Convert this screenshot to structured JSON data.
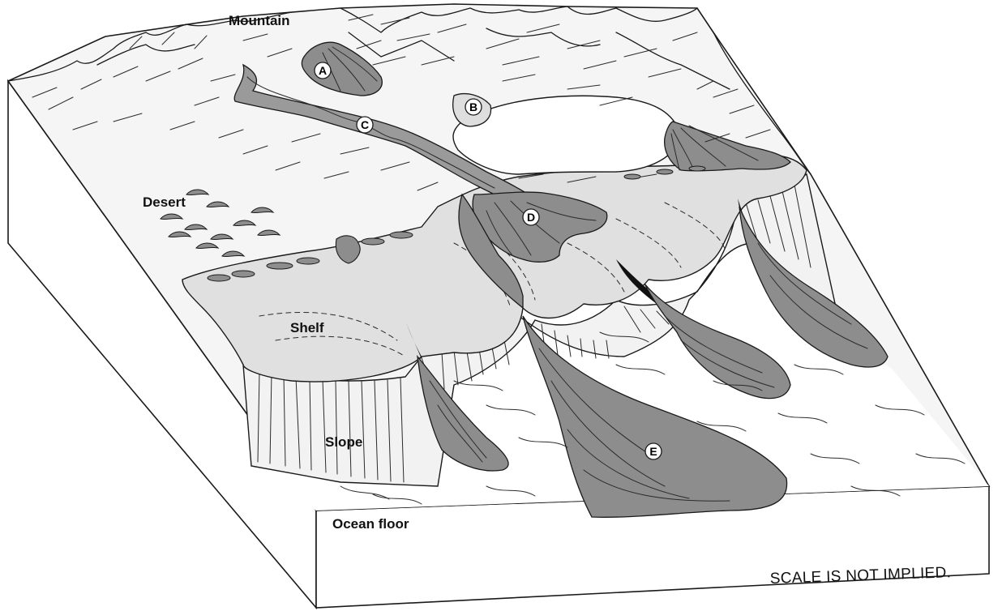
{
  "labels": {
    "mountain": "Mountain",
    "desert": "Desert",
    "shelf": "Shelf",
    "slope": "Slope",
    "ocean_floor": "Ocean floor"
  },
  "markers": {
    "a": "A",
    "b": "B",
    "c": "C",
    "d": "D",
    "e": "E"
  },
  "note": "SCALE IS NOT IMPLIED.",
  "colors": {
    "background": "#ffffff",
    "ink": "#1a1a1a",
    "land": "#f5f5f5",
    "shelf": "#dedede",
    "deposit": "#8d8d8d",
    "lake": "#ffffff",
    "canyon": "#111111"
  }
}
